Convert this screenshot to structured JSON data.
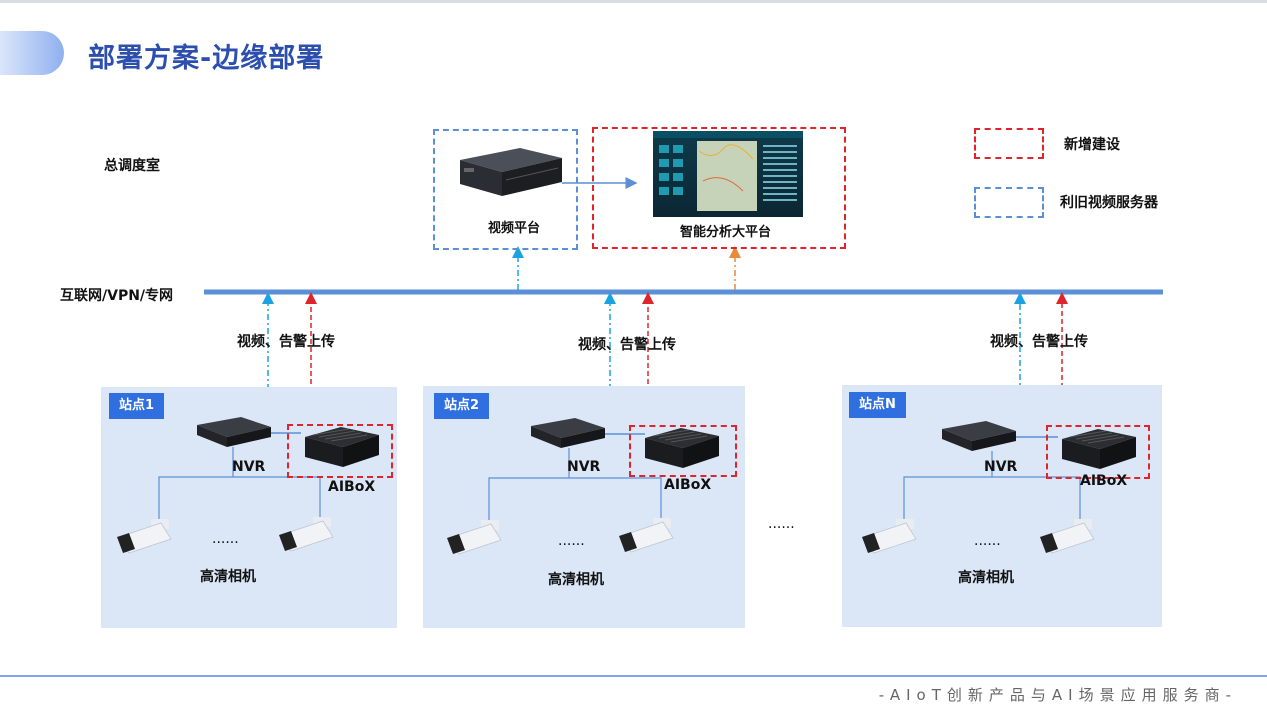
{
  "title": "部署方案-边缘部署",
  "control_room": "总调度室",
  "video_platform": "视频平台",
  "analysis_platform": "智能分析大平台",
  "legend": {
    "new_build": "新增建设",
    "reuse": "利旧视频服务器"
  },
  "network_label": "互联网/VPN/专网",
  "upload_label": "视频、告警上传",
  "sites": [
    {
      "tag": "站点1",
      "nvr": "NVR",
      "aibox": "AIBoX",
      "ellipsis": "......",
      "cameras": "高清相机"
    },
    {
      "tag": "站点2",
      "nvr": "NVR",
      "aibox": "AIBoX",
      "ellipsis": "......",
      "cameras": "高清相机"
    },
    {
      "tag": "站点N",
      "nvr": "NVR",
      "aibox": "AIBoX",
      "ellipsis": "......",
      "cameras": "高清相机"
    }
  ],
  "sites_ellipsis": "......",
  "footer": "-AIoT创新产品与AI场景应用服务商-",
  "colors": {
    "accent": "#2c4fae",
    "network": "#5b8fd6",
    "new_build": "#e0242b",
    "reuse": "#5b8fd6",
    "video_link": "#1aa3e0",
    "alarm_link": "#e0242b",
    "platform_link": "#e88a3a"
  }
}
